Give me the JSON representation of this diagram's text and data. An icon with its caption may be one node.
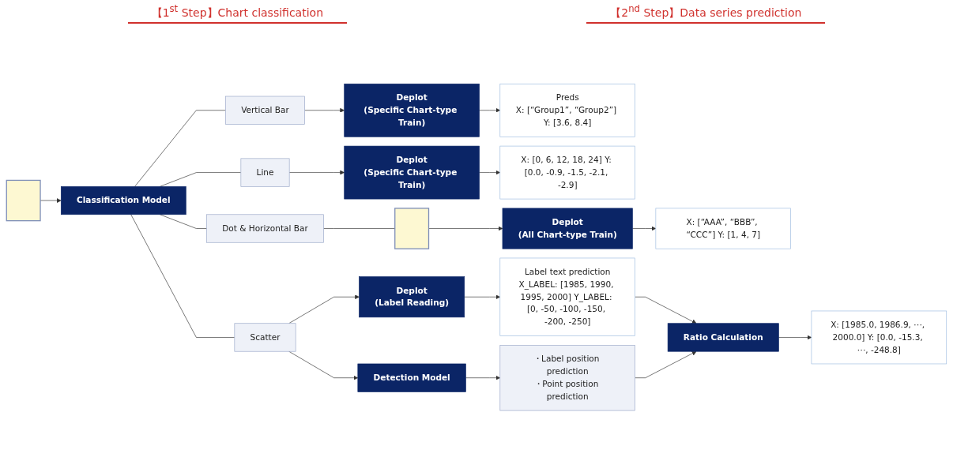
{
  "diagram": {
    "nodes": [
      {
        "text": [],
        "shape": "picture"
      },
      {
        "text": [
          "Classification Model"
        ]
      },
      {
        "text": [
          "Vertical Bar"
        ]
      },
      {
        "text": [
          "Deplot",
          "(Specific Chart-type Train)"
        ]
      },
      {
        "text": [
          "Preds",
          "X: [“Group1”, “Group2”] Y: [3.6, 8.4]"
        ]
      },
      {
        "text": [
          "Line"
        ]
      },
      {
        "text": [
          "Deplot",
          "(Specific Chart-type Train)"
        ]
      },
      {
        "text": [
          "X: [0, 6, 12, 18, 24] Y: [0.0, -0.9, -1.5, -2.1, -2.9]"
        ]
      },
      {
        "text": [
          "Dot & Horizontal Bar"
        ]
      },
      {
        "text": [],
        "shape": "picture"
      },
      {
        "text": [
          "Deplot",
          "(All Chart-type Train)"
        ]
      },
      {
        "text": [
          "X: [“AAA”, “BBB”, “CCC”] Y: [1, 4, 7]"
        ]
      },
      {
        "text": [
          "Scatter"
        ]
      },
      {
        "text": [
          "Deplot",
          "(Label Reading)"
        ]
      },
      {
        "text": [
          "Label text prediction",
          "X_LABEL: [1985, 1990, 1995, 2000] Y_LABEL: [0, -50, -100, -150, -200, -250]"
        ]
      },
      {
        "text": [
          "Detection Model"
        ]
      },
      {
        "text": [
          "・Label position prediction",
          "・Point position prediction"
        ]
      },
      {
        "text": [
          "Ratio Calculation"
        ]
      },
      {
        "text": [
          "X: [1985.0, 1986.9, ⋯, 2000.0] Y: [0.0, -15.3, ⋯, -248.8]"
        ]
      }
    ],
    "edges": [
      {
        "from": 0,
        "to": 1,
        "arrow": "to"
      },
      {
        "from": 1,
        "to": 2,
        "arrow": "none"
      },
      {
        "from": 2,
        "to": 3,
        "arrow": "to"
      },
      {
        "from": 3,
        "to": 4,
        "arrow": "to"
      },
      {
        "from": 1,
        "to": 5,
        "arrow": "none"
      },
      {
        "from": 5,
        "to": 6,
        "arrow": "to"
      },
      {
        "from": 6,
        "to": 7,
        "arrow": "to"
      },
      {
        "from": 1,
        "to": 8,
        "arrow": "none"
      },
      {
        "from": 8,
        "to": 9,
        "arrow": "none"
      },
      {
        "from": 9,
        "to": 10,
        "arrow": "to"
      },
      {
        "from": 10,
        "to": 11,
        "arrow": "to"
      },
      {
        "from": 1,
        "to": 12,
        "arrow": "none"
      },
      {
        "from": 12,
        "to": 13,
        "arrow": "to"
      },
      {
        "from": 12,
        "to": 15,
        "arrow": "to"
      },
      {
        "from": 13,
        "to": 14,
        "arrow": "to"
      },
      {
        "from": 15,
        "to": 16,
        "arrow": "to"
      },
      {
        "from": 14,
        "to": 17,
        "arrow": "to"
      },
      {
        "from": 16,
        "to": 17,
        "arrow": "to"
      },
      {
        "from": 17,
        "to": 18,
        "arrow": "to"
      }
    ],
    "labels": [
      "【1$^{st}$ Step】Chart classification",
      "【2$^{nd}$ Step】Data series prediction"
    ]
  }
}
